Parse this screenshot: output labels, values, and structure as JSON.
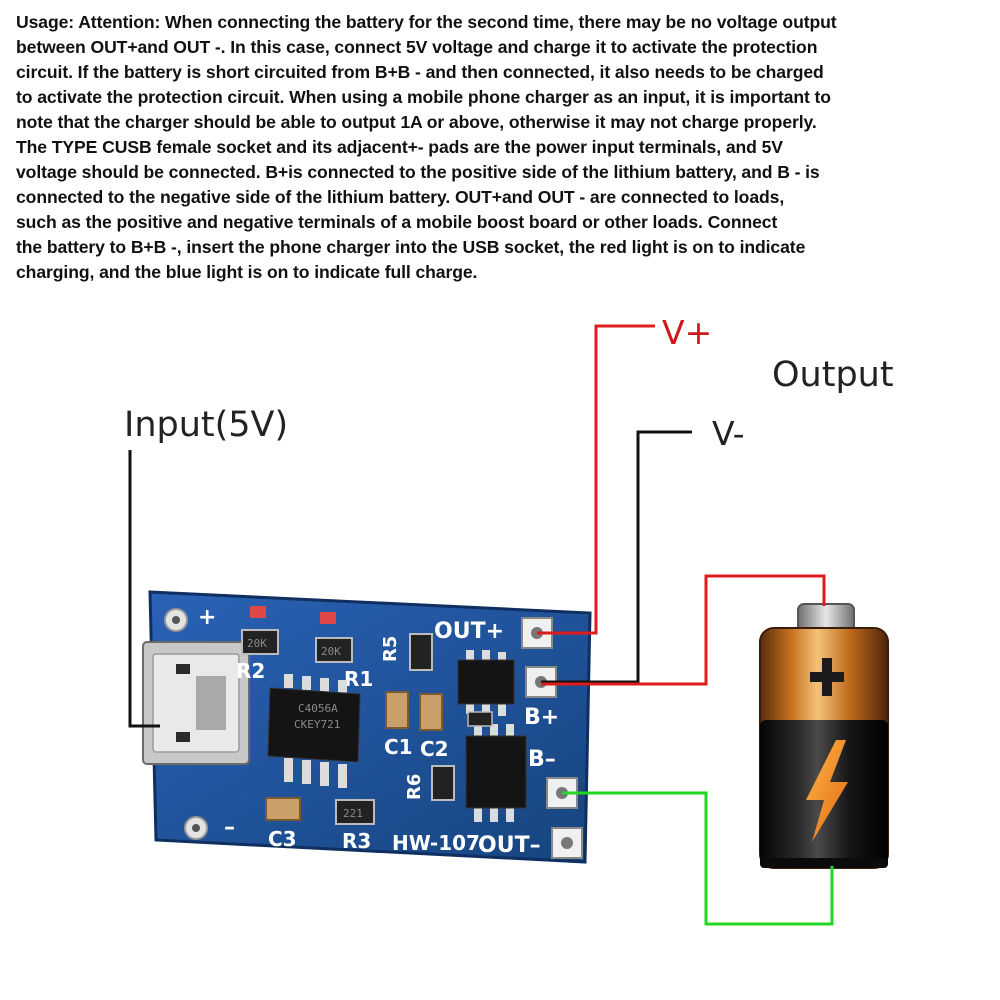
{
  "usage": {
    "text": "Usage: Attention: When connecting the battery for the second time, there may be no voltage output\nbetween OUT+and OUT -. In this case, connect 5V voltage and charge it to activate the protection\ncircuit. If the battery is short circuited from B+B - and then connected, it also needs to be charged\nto activate the protection circuit. When using a mobile phone charger as an input, it is important to\nnote that the charger should be able to output 1A or above, otherwise it may not charge properly.\n The TYPE CUSB female socket and its adjacent+- pads are the power input terminals, and 5V\nvoltage should be connected. B+is connected to the positive side of the lithium battery, and B - is\nconnected to the negative side of the lithium battery. OUT+and OUT - are connected to loads,\nsuch as the positive and negative terminals of a mobile boost board or other loads. Connect\nthe battery to B+B -, insert the phone charger into the USB socket, the red light is on to indicate\ncharging, and the blue light is on to indicate full charge."
  },
  "labels": {
    "input": "Input(5V)",
    "output": "Output",
    "v_plus": "V+",
    "v_minus": "V-"
  },
  "board": {
    "model": "HW-107",
    "pads": {
      "out_plus": "OUT+",
      "b_plus": "B+",
      "b_minus": "B–",
      "out_minus": "OUT–",
      "in_plus": "+",
      "in_minus": "–"
    },
    "components": {
      "r1": "R1",
      "r2": "R2",
      "r3": "R3",
      "r5": "R5",
      "r6": "R6",
      "c1": "C1",
      "c2": "C2",
      "c3": "C3"
    },
    "chip_marking_1": "C4056A",
    "chip_marking_2": "CKEY721",
    "resistor_codes": {
      "a": "20K",
      "b": "20K",
      "c": "221"
    }
  },
  "colors": {
    "board": "#1d4f9a",
    "wire_red": "#e01b1b",
    "wire_black": "#111111",
    "wire_green": "#22d622",
    "battery_gold": "#c8741e",
    "battery_black": "#161616"
  }
}
